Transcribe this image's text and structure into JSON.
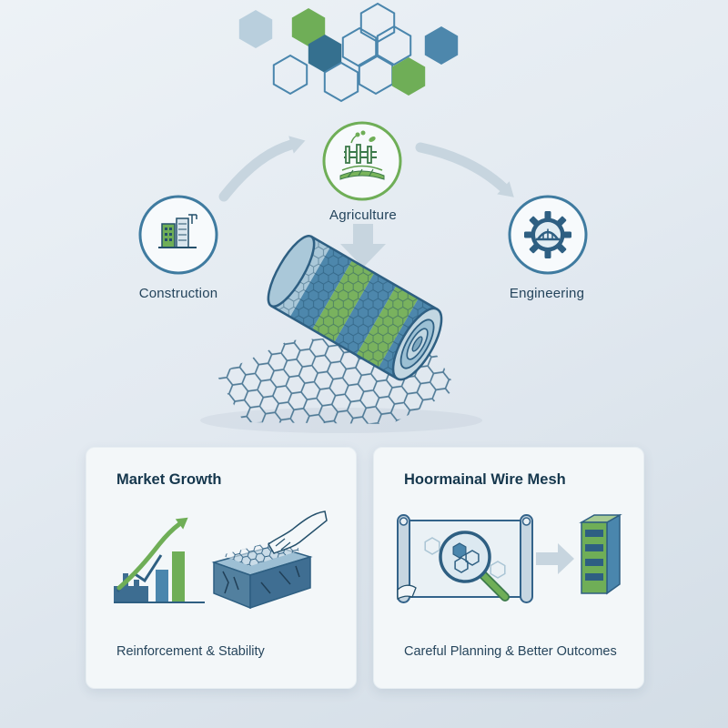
{
  "flow": {
    "nodes": [
      {
        "label": "Construction"
      },
      {
        "label": "Agriculture"
      },
      {
        "label": "Engineering"
      }
    ]
  },
  "cards": [
    {
      "title": "Market Growth",
      "caption": "Reinforcement & Stability"
    },
    {
      "title": "Hoormainal Wire Mesh",
      "caption": "Careful Planning & Better Outcomes"
    }
  ],
  "colors": {
    "green": "#6fae57",
    "steel_blue": "#4a86ad",
    "dark_blue": "#2e5f82",
    "light_blue": "#b9cfdd",
    "arrow_gray": "#c7d5df",
    "ink": "#1e3c52",
    "card_bg": "#f3f7f9"
  }
}
